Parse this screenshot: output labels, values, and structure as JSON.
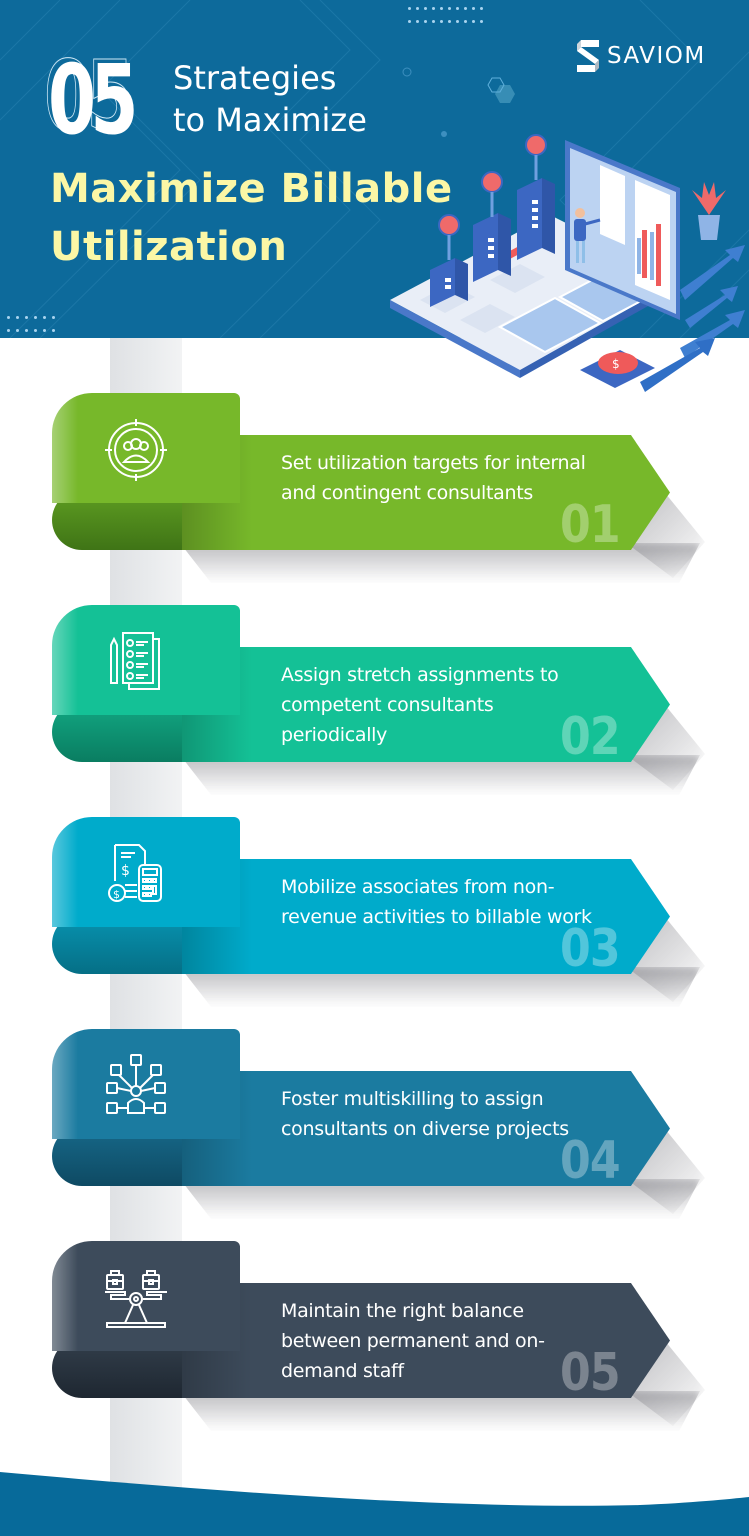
{
  "header": {
    "number": "05",
    "subtitle_line1": "Strategies",
    "subtitle_line2": "to Maximize",
    "title_line1": "Maximize Billable",
    "title_line2": "Utilization",
    "logo_text": "SAVIOM",
    "background_color": "#0d6a9b",
    "title_color": "#fbf7a6"
  },
  "steps": [
    {
      "number": "01",
      "text": "Set utilization targets for internal and contingent consultants",
      "icon": "target-team-icon",
      "color": "#77b82a",
      "dark_color": "#4f8a1b"
    },
    {
      "number": "02",
      "text": "Assign stretch assignments to competent consultants periodically",
      "icon": "checklist-icon",
      "color": "#14c196",
      "dark_color": "#0b8e6d"
    },
    {
      "number": "03",
      "text": "Mobilize associates from non-revenue activities to billable work",
      "icon": "billing-calculator-icon",
      "color": "#00abcb",
      "dark_color": "#057e97"
    },
    {
      "number": "04",
      "text": "Foster multiskilling to assign consultants on diverse projects",
      "icon": "multiskill-network-icon",
      "color": "#1b7ba0",
      "dark_color": "#11536f"
    },
    {
      "number": "05",
      "text": "Maintain the right balance between permanent and on-demand staff",
      "icon": "balance-scale-icon",
      "color": "#3d4b5b",
      "dark_color": "#252f3a"
    }
  ],
  "footer": {
    "wave_color": "#076a9a"
  }
}
